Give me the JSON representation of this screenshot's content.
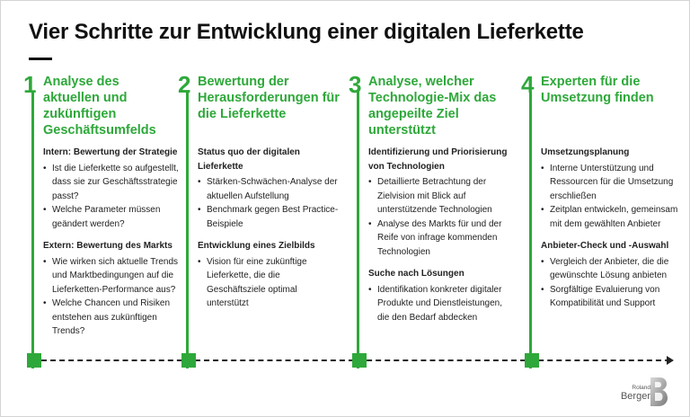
{
  "title": "Vier Schritte zur Entwicklung einer digitalen Lieferkette",
  "accent_color": "#2ea83a",
  "steps": [
    {
      "number": "1",
      "title": "Analyse des aktuellen und zukünftigen Geschäftsumfelds",
      "sections": [
        {
          "heading": "Intern: Bewertung der Strategie",
          "bullets": [
            "Ist die Lieferkette so aufgestellt, dass sie zur Geschäftsstrategie passt?",
            "Welche Parameter müssen geändert werden?"
          ]
        },
        {
          "heading": "Extern: Bewertung des Markts",
          "bullets": [
            "Wie wirken sich aktuelle Trends und Marktbedingungen auf die Lieferketten-Performance aus?",
            "Welche Chancen und Risiken entstehen aus zukünftigen Trends?"
          ]
        }
      ]
    },
    {
      "number": "2",
      "title": "Bewertung der Herausforderungen für die Lieferkette",
      "sections": [
        {
          "heading": "Status quo der digitalen Lieferkette",
          "bullets": [
            "Stärken-Schwächen-Analyse der aktuellen Aufstellung",
            "Benchmark gegen Best Practice-Beispiele"
          ]
        },
        {
          "heading": "Entwicklung eines Zielbilds",
          "bullets": [
            "Vision für eine zukünftige Lieferkette, die die Geschäftsziele optimal unterstützt"
          ]
        }
      ]
    },
    {
      "number": "3",
      "title": "Analyse, welcher Technologie-Mix das angepeilte Ziel unterstützt",
      "sections": [
        {
          "heading": "Identifizierung und Priorisierung von Technologien",
          "bullets": [
            "Detaillierte Betrachtung der Zielvision mit Blick auf unterstützende Technologien",
            "Analyse des Markts für und der Reife von infrage kommenden Technologien"
          ]
        },
        {
          "heading": "Suche nach Lösungen",
          "bullets": [
            "Identifikation konkreter digitaler Produkte und Dienstleistungen, die den Bedarf abdecken"
          ]
        }
      ]
    },
    {
      "number": "4",
      "title": "Experten für die Umsetzung finden",
      "sections": [
        {
          "heading": "Umsetzungsplanung",
          "bullets": [
            "Interne Unterstützung und Ressourcen für die Umsetzung erschließen",
            "Zeitplan entwickeln, gemeinsam mit dem gewählten Anbieter"
          ]
        },
        {
          "heading": "Anbieter-Check und -Auswahl",
          "bullets": [
            "Vergleich der Anbieter, die die gewünschte Lösung anbieten",
            "Sorgfältige Evaluierung von Kompatibilität und Support"
          ]
        }
      ]
    }
  ],
  "logo": {
    "line1": "Roland",
    "line2": "Berger"
  }
}
